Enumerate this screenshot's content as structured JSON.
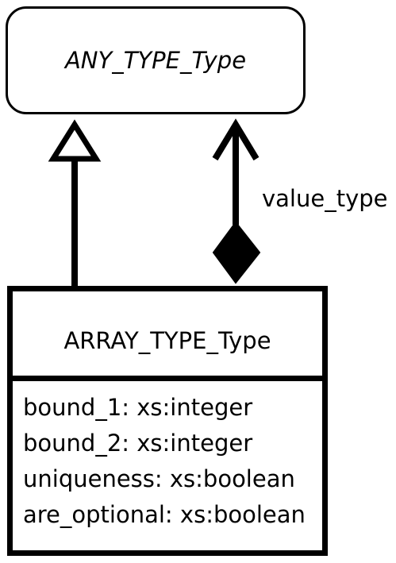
{
  "parent_class": {
    "name": "ANY_TYPE_Type",
    "abstract": true
  },
  "child_class": {
    "name": "ARRAY_TYPE_Type",
    "attributes": [
      "bound_1: xs:integer",
      "bound_2: xs:integer",
      "uniqueness: xs:boolean",
      "are_optional: xs:boolean"
    ]
  },
  "relations": {
    "generalization": {
      "from": "ARRAY_TYPE_Type",
      "to": "ANY_TYPE_Type"
    },
    "composition": {
      "label": "value_type",
      "from": "ARRAY_TYPE_Type",
      "to": "ANY_TYPE_Type"
    }
  }
}
